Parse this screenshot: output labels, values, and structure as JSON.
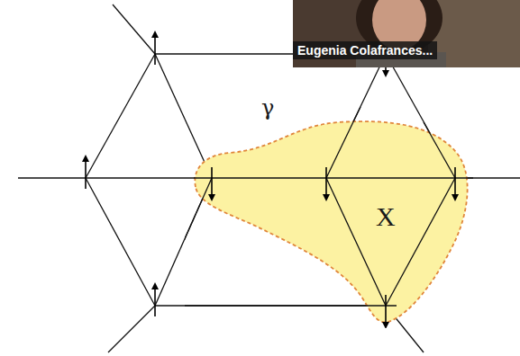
{
  "diagram": {
    "nodes": [
      {
        "text": [
          "γ",
          "X"
        ]
      },
      {
        "text": [
          "Eugenia Colafrances..."
        ]
      }
    ]
  }
}
